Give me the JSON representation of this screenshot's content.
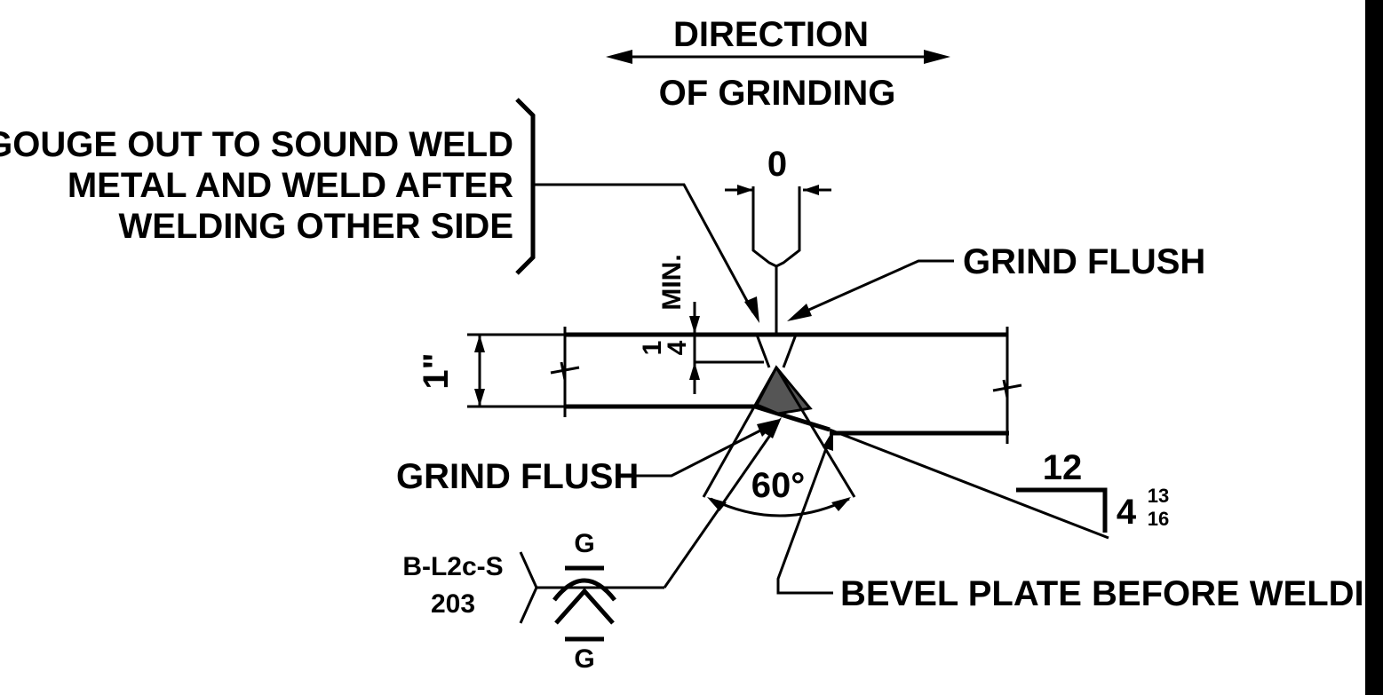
{
  "labels": {
    "direction_line1": "DIRECTION",
    "direction_line2": "OF GRINDING",
    "gouge_line1": "GOUGE OUT TO SOUND WELD",
    "gouge_line2": "METAL AND WELD AFTER",
    "gouge_line3": "WELDING OTHER SIDE",
    "grind_flush_top": "GRIND FLUSH",
    "grind_flush_bottom": "GRIND FLUSH",
    "bevel_plate": "BEVEL PLATE BEFORE WELDING",
    "root_opening": "0",
    "min_label": "MIN.",
    "quarter_numerator": "1",
    "quarter_denominator": "4",
    "thickness": "1\"",
    "angle": "60°",
    "slope_run": "12",
    "slope_rise_whole": "4",
    "slope_rise_num": "13",
    "slope_rise_den": "16",
    "weld_ref_line1": "B-L2c-S",
    "weld_ref_line2": "203",
    "grind_symbol_top": "G",
    "grind_symbol_bottom": "G"
  },
  "colors": {
    "line": "#000000",
    "background": "#ffffff",
    "border": "#000000"
  }
}
